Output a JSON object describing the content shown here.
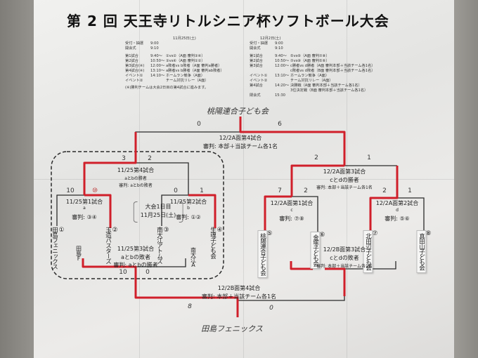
{
  "title": "第 2 回 天王寺リトルシニア杯ソフトボール大会",
  "schedule_day1": {
    "date": "11月25日(土)",
    "rows": [
      [
        "受付・抽選",
        "9:00",
        ""
      ],
      [
        "開会式",
        "9:10",
        ""
      ],
      [
        "第1試合",
        "9:40～",
        "①vs②（A面 審判③④）"
      ],
      [
        "第2試合",
        "10:50～",
        "③vs④（A面 審判①②）"
      ],
      [
        "第3試合(※)",
        "12:00～",
        "a敗者vs b敗者（A面 審判a勝者）"
      ],
      [
        "第4試合(※)",
        "13:10～",
        "a勝者vs b勝者（A面 審判ab敗者）"
      ],
      [
        "イベント①",
        "14:10～",
        "ホームラン競争（A面）"
      ],
      [
        "イベント②",
        "",
        "チーム対抗リレー（A面）"
      ]
    ],
    "note": "(※)勝利チームは大会2日目の第4試合に進みます。"
  },
  "schedule_day2": {
    "date": "12月2日(土)",
    "rows": [
      [
        "受付・抽選",
        "9:00",
        ""
      ],
      [
        "開会式",
        "9:10",
        ""
      ],
      [
        "第1試合",
        "9:40～",
        "⑤vs⑥（A面 審判⑦⑧）"
      ],
      [
        "第2試合",
        "10:50～",
        "⑦vs⑧（A面 審判⑤⑥）"
      ],
      [
        "第3試合",
        "12:00～",
        "c勝者vs d勝者（A面 審判本部＋当該チーム各1名）"
      ],
      [
        "",
        "",
        "c敗者vs d敗者（B面 審判本部＋当該チーム各1名）"
      ],
      [
        "イベント①",
        "13:10～",
        "ホームラン競争（A面）"
      ],
      [
        "イベント②",
        "",
        "チーム対抗リレー（A面）"
      ],
      [
        "第4試合",
        "14:20～",
        "決勝戦（A面 審判本部＋当該チーム各1名）"
      ],
      [
        "",
        "",
        "3位決定戦（B面 審判本部＋当該チーム各1名）"
      ],
      [
        "閉会式",
        "15:30",
        ""
      ]
    ]
  },
  "champion_handwritten": "桃陽連合子ども会",
  "third_place_handwritten": "田島フェニックス",
  "day1_label": [
    "大会1日目",
    "11月25日(土)"
  ],
  "matches": {
    "final": {
      "title": "12/2A面第4試合",
      "referee": "審判: 本部＋当該チーム各1名",
      "scores": [
        "0",
        "6"
      ]
    },
    "d1_m4": {
      "title": "11/25第4試合",
      "sub": "aとbの勝者",
      "referee": "審判: aとbの敗者",
      "scores": [
        "3",
        "2"
      ]
    },
    "d1_m1": {
      "title": "11/25第1試合",
      "sub": "a",
      "referee": "審判: ③④",
      "scores": [
        "10",
        "⑩"
      ]
    },
    "d1_m2": {
      "title": "11/25第2試合",
      "sub": "b",
      "referee": "審判: ①②",
      "scores": [
        "0",
        "1"
      ]
    },
    "d1_m3": {
      "title": "11/25第3試合",
      "sub": "aとbの敗者",
      "referee": "審判: aとbの勝者",
      "scores": [
        "10",
        "0"
      ],
      "left_label": "田島F",
      "right_label": "南大江A"
    },
    "d2_m3": {
      "title": "12/2A面第3試合",
      "sub": "cとdの勝者",
      "referee": "審判: 本部＋当該チーム各1名",
      "scores": [
        "2",
        "1"
      ]
    },
    "d2_m1": {
      "title": "12/2A面第1試合",
      "sub": "c",
      "referee": "審判: ⑦⑧",
      "scores": [
        "7",
        "2"
      ]
    },
    "d2_m2": {
      "title": "12/2A面第2試合",
      "sub": "d",
      "referee": "審判: ⑤⑥",
      "scores": [
        "2",
        "1"
      ]
    },
    "d2_b3": {
      "title": "12/2B面第3試合",
      "sub": "cとdの敗者",
      "referee": "審判: 本部＋当該チーム各1名"
    },
    "d2_b4": {
      "title": "12/2B面第4試合",
      "referee": "審判: 本部＋当該チーム各1名",
      "scores": [
        "8",
        "0"
      ]
    }
  },
  "teams": [
    {
      "num": "①",
      "name": "田島フェニックス"
    },
    {
      "num": "②",
      "name": "玉造バスターズ"
    },
    {
      "num": "③",
      "name": "南大江アトムズ"
    },
    {
      "num": "④",
      "name": "生魂子ども会"
    },
    {
      "num": "⑤",
      "name": "桃陽連合子ども会"
    },
    {
      "num": "⑥",
      "name": "金塚子ども会"
    },
    {
      "num": "⑦",
      "name": "北田辺子ども会"
    },
    {
      "num": "⑧",
      "name": "真田山子ども会"
    }
  ],
  "colors": {
    "winner_line": "#d01f2a",
    "line": "#2a2a2a",
    "paper": "#ecebe9"
  }
}
